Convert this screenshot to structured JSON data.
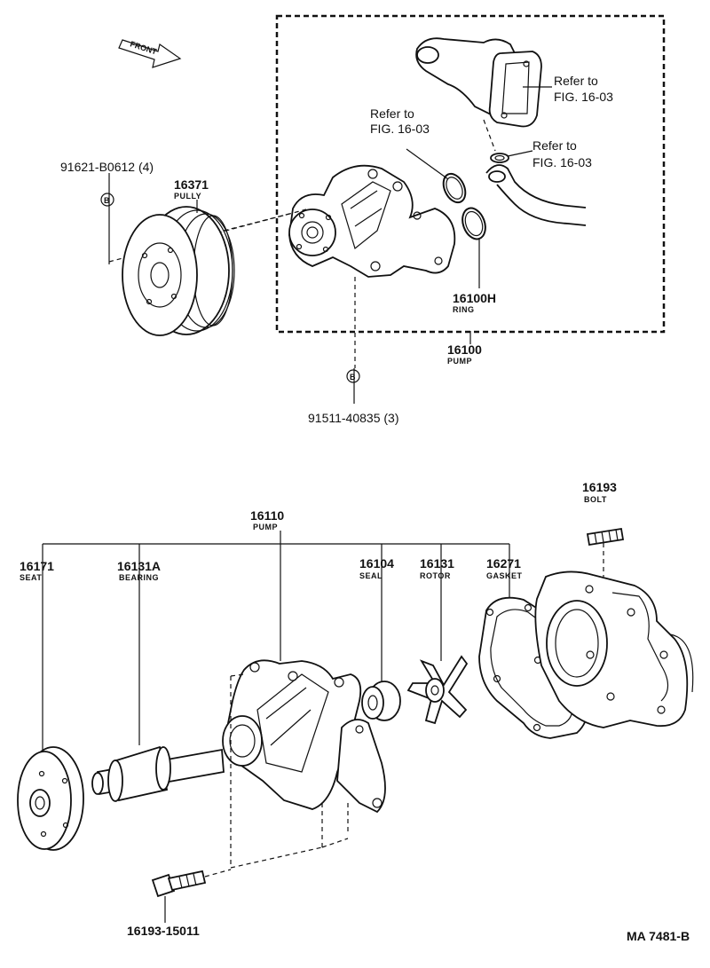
{
  "front_label": "FRONT",
  "callouts": {
    "bolt_pulley": "91621-B0612 (4)",
    "pulley_pn": "16371",
    "pulley_name": "PULLY",
    "ref_a_line1": "Refer to",
    "ref_a_line2": "FIG. 16-03",
    "ref_b_line1": "Refer to",
    "ref_b_line2": "FIG. 16-03",
    "ref_c_line1": "Refer to",
    "ref_c_line2": "FIG. 16-03",
    "ring_pn": "16100H",
    "ring_name": "RING",
    "pump_assy_pn": "16100",
    "pump_assy_name": "PUMP",
    "bolt_pump": "91511-40835 (3)",
    "pump_pn": "16110",
    "pump_name": "PUMP",
    "seat_pn": "16171",
    "seat_name": "SEAT",
    "bearing_pn": "16131A",
    "bearing_name": "BEARING",
    "seal_pn": "16104",
    "seal_name": "SEAL",
    "rotor_pn": "16131",
    "rotor_name": "ROTOR",
    "gasket_pn": "16271",
    "gasket_name": "GASKET",
    "stud_pn": "16193",
    "stud_name": "BOLT",
    "bolt_bottom": "16193-15011",
    "marker_b": "B",
    "marker_b2": "B"
  },
  "figure_code": "MA  7481-B"
}
